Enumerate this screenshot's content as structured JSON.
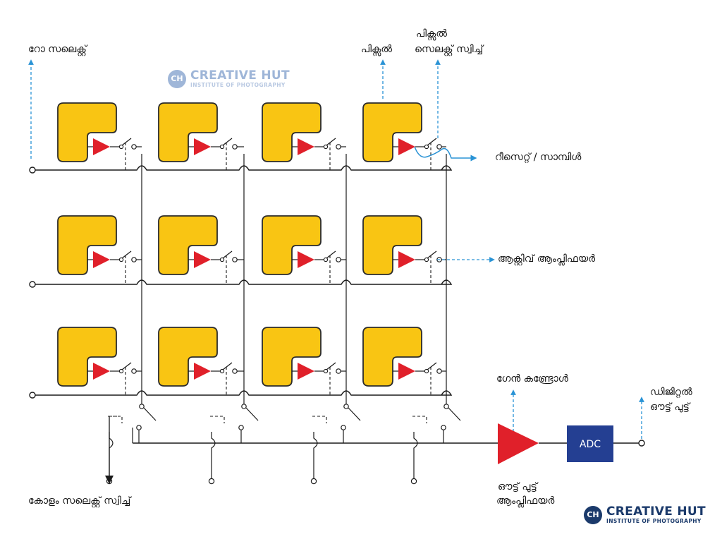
{
  "labels": {
    "row_select": "റോ സലെക്റ്റ്",
    "pixel": "പിക്സൽ",
    "pixel_select_switch_line1": "പിക്സൽ",
    "pixel_select_switch_line2": "സെലക്റ്റ് സ്വിച്ച്",
    "reset_sample": "റീസെറ്റ് / സാമ്പിൾ",
    "active_amplifier": "ആക്റ്റിവ് ആംപ്ലിഫയർ",
    "gain_control": "ഗേൻ കണ്ട്രോൾ",
    "digital_output_line1": "ഡിജിറ്റൽ",
    "digital_output_line2": "ഔട്ട് പുട്ട്",
    "column_select_switch": "കോളം സലെക്റ്റ് സ്വിച്ച്",
    "output_amplifier_line1": "ഔട്ട് പുട്ട്",
    "output_amplifier_line2": "ആംപ്ലിഫയർ",
    "adc": "ADC"
  },
  "logo": {
    "name": "CREATIVE HUT",
    "tagline": "INSTITUTE OF PHOTOGRAPHY",
    "mark": "CH"
  },
  "grid": {
    "rows": 3,
    "columns": 4
  },
  "colors": {
    "pixel_fill": "#f9c513",
    "pixel_stroke": "#2b2b2b",
    "amplifier": "#e0202a",
    "signal_blue": "#2a93d5",
    "adc_fill": "#243f92",
    "adc_text": "#ffffff",
    "wire": "#1a1a1a"
  }
}
